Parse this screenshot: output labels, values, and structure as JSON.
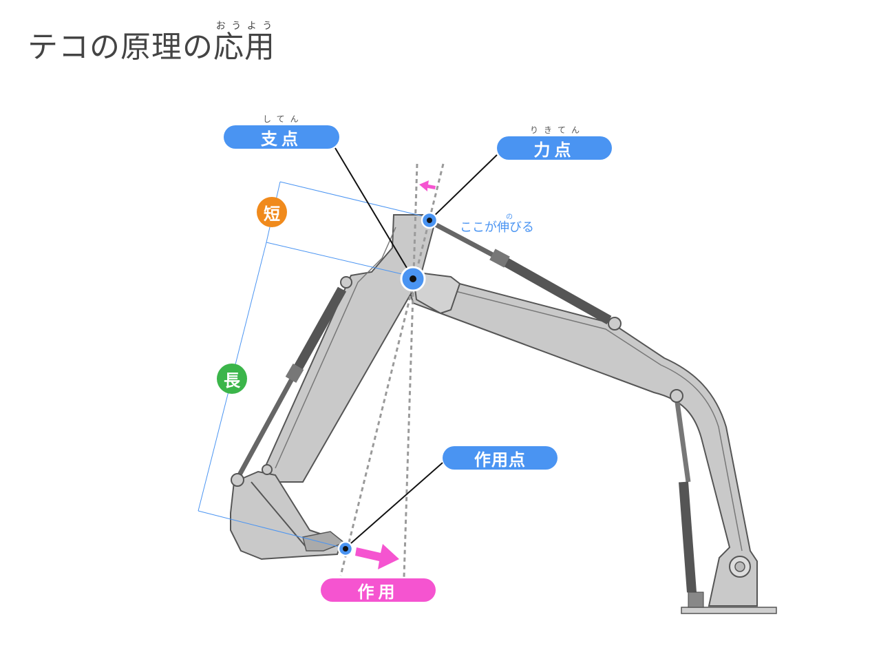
{
  "title": {
    "part1": "テコの原理の",
    "kanji1": "応",
    "kanji1_ruby": "おう",
    "kanji2": "用",
    "kanji2_ruby": "よう"
  },
  "labels": {
    "fulcrum": "支点",
    "fulcrum_ruby": "してん",
    "effort": "力点",
    "effort_ruby": "りきてん",
    "load": "作用点",
    "action": "作用",
    "short": "短",
    "long": "長",
    "extend_note_pre": "ここが",
    "extend_note_kanji": "伸",
    "extend_note_ruby": "の",
    "extend_note_post": "びる"
  },
  "colors": {
    "blue": "#4a94f2",
    "pink": "#f554d0",
    "orange": "#f08a1c",
    "green": "#3bb54a",
    "arm_fill": "#c9c9c9",
    "arm_stroke": "#6a6a6a",
    "cylinder": "#555555"
  }
}
